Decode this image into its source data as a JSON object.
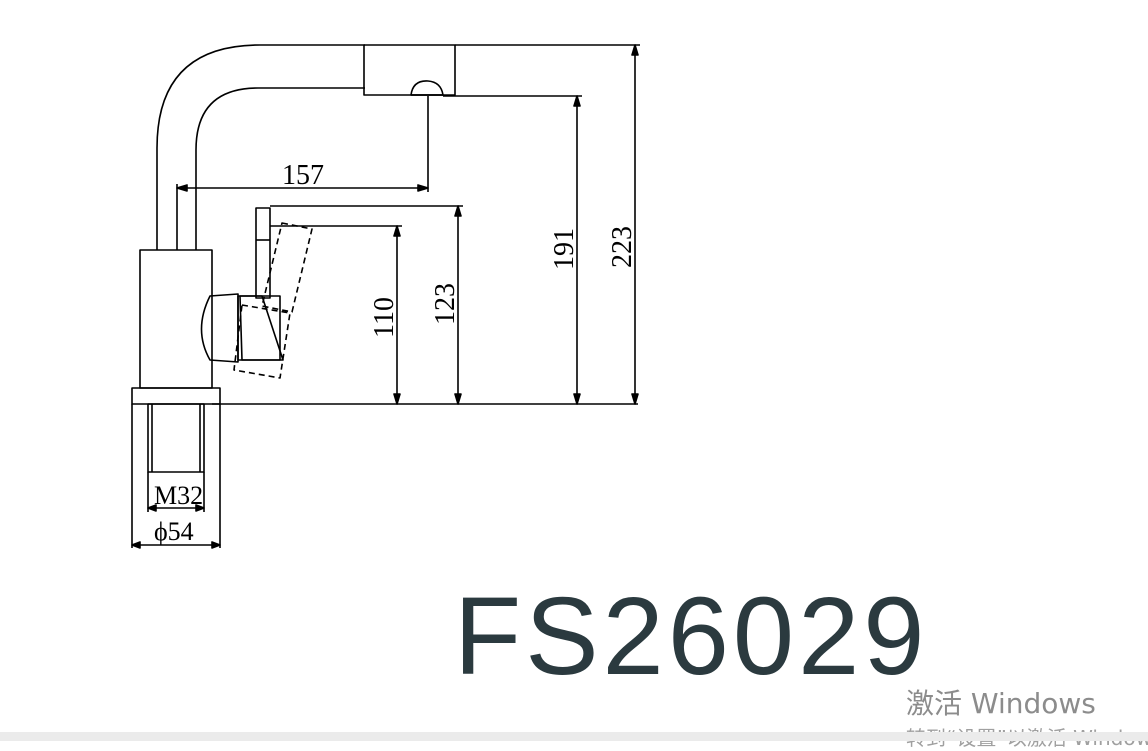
{
  "drawing": {
    "dimensions": {
      "spout_reach": "157",
      "handle_height": "110",
      "body_height": "123",
      "outlet_height": "191",
      "total_height": "223",
      "thread": "M32",
      "base_diameter": "ϕ54"
    }
  },
  "model_number": "FS26029",
  "watermark": {
    "line1": "激活 Windows",
    "line2": "转到“设置”以激活 Windows。"
  },
  "colors": {
    "line": "#000000",
    "model_text": "#2b3a3f",
    "watermark_text": "#8c8c8c"
  }
}
